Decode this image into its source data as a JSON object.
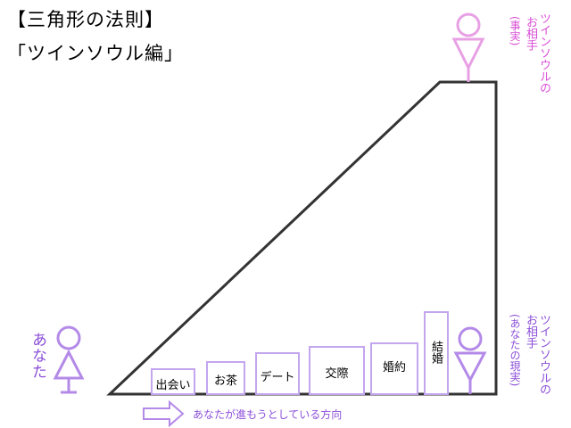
{
  "title_line1": "【三角形の法則】",
  "title_line2": "「ツインソウル編」",
  "partner_top": {
    "name": "ツインソウルの",
    "role": "お相手",
    "note": "(事実)",
    "color": "#d94fd6"
  },
  "partner_bottom": {
    "name": "ツインソウルの",
    "role": "お相手",
    "note": "(あなたの現実)",
    "color": "#8c4fd9"
  },
  "you_label": "あなた",
  "stages": [
    "出会い",
    "お茶",
    "デート",
    "交際",
    "婚約",
    "結婚"
  ],
  "direction_label": "あなたが進もうとしている方向",
  "colors": {
    "pink": "#d94fd6",
    "purple": "#8c4fd9",
    "line": "#333333"
  }
}
